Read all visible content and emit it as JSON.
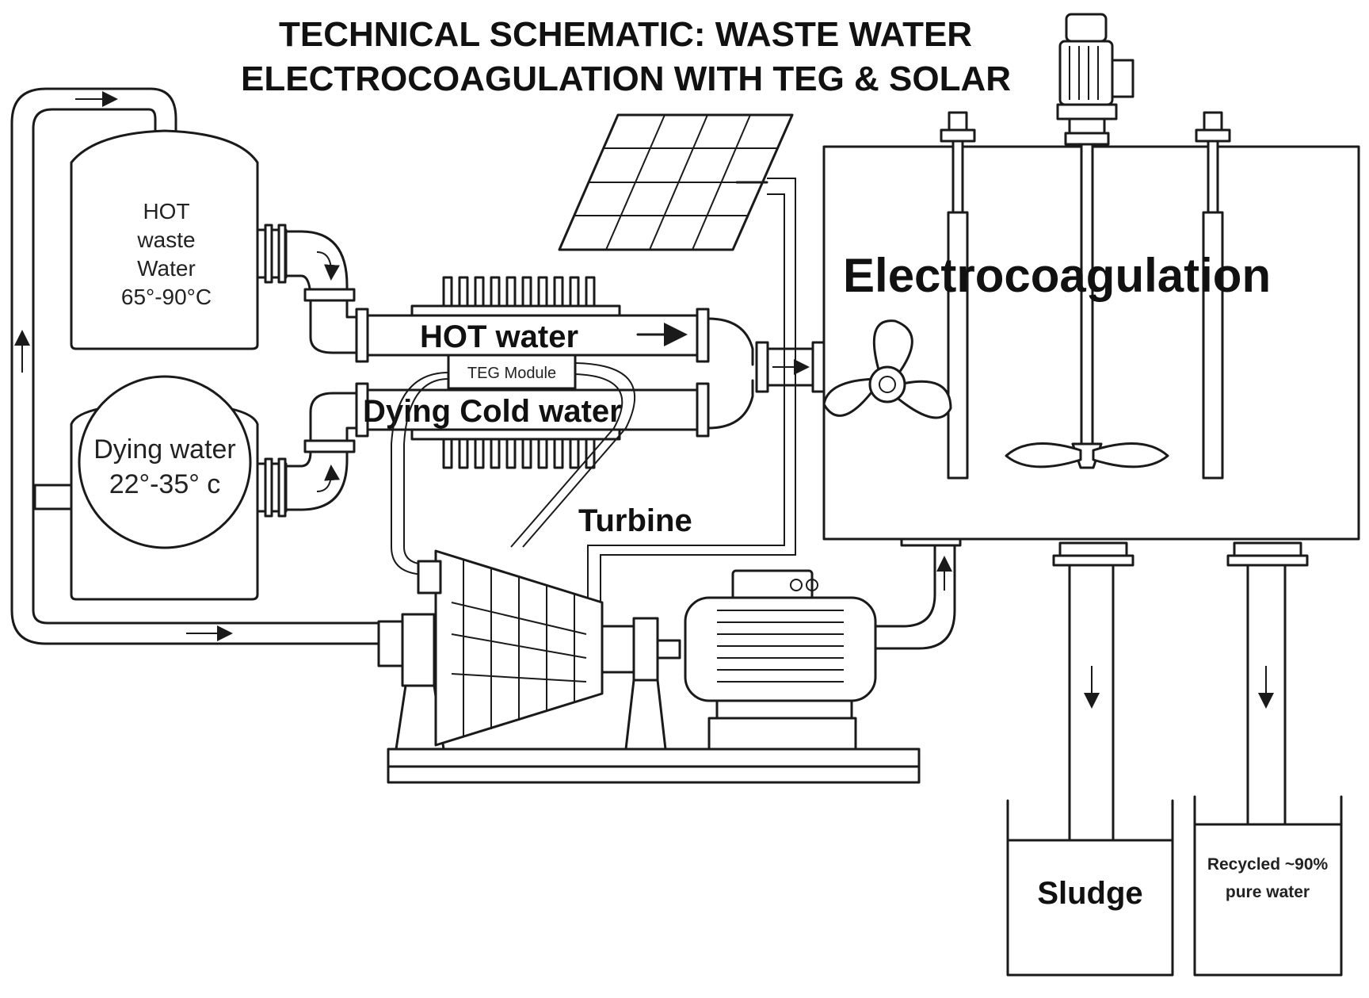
{
  "title": {
    "line1": "TECHNICAL SCHEMATIC: WASTE WATER",
    "line2": "ELECTROCOAGULATION WITH TEG & SOLAR"
  },
  "hot_tank": {
    "line1": "HOT",
    "line2": "waste",
    "line3": "Water",
    "line4": "65°-90°C"
  },
  "dying_tank": {
    "line1": "Dying water",
    "line2": "22°-35° c"
  },
  "teg": {
    "hot_label": "HOT water",
    "module_label": "TEG Module",
    "cold_label": "Dying Cold water"
  },
  "turbine_label": "Turbine",
  "electro_label": "Electrocoagulation",
  "sludge_label": "Sludge",
  "recycled": {
    "line1": "Recycled ~90%",
    "line2": "pure water"
  },
  "icons": [
    "solar-panel-icon",
    "agitator-motor-icon",
    "propeller-icon",
    "flow-arrow-icon",
    "pump-motor-icon"
  ]
}
